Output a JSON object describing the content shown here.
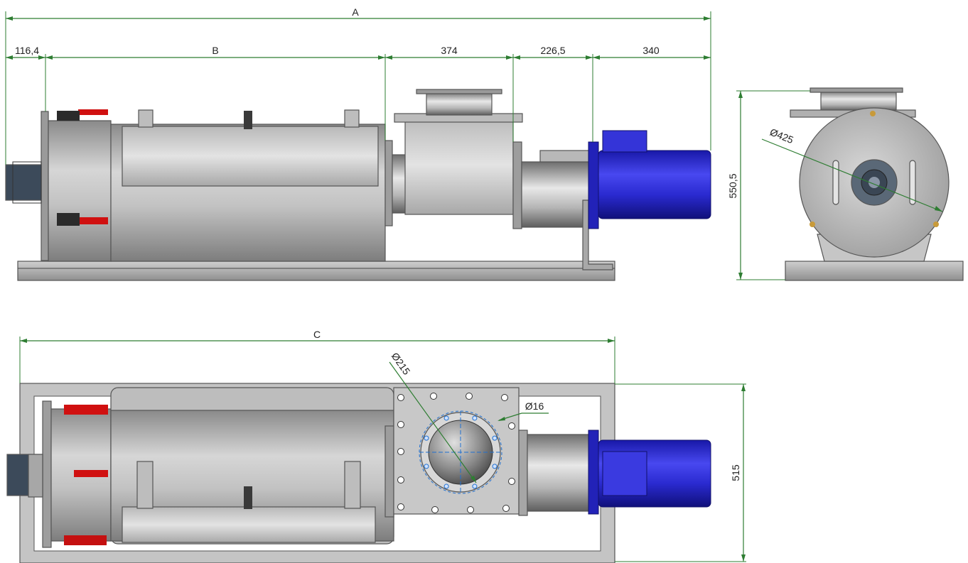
{
  "dimensions": {
    "A": "A",
    "B": "B",
    "C": "C",
    "d1": "116,4",
    "d2": "374",
    "d3": "226,5",
    "d4": "340",
    "height_side": "550,5",
    "height_top": "515",
    "dia_end": "Ø425",
    "dia_inlet": "Ø215",
    "dia_hole": "Ø16"
  },
  "colors": {
    "dimension_green": "#2e7d32",
    "motor_blue": "#2a2ad0",
    "handle_red": "#d01010",
    "steel_grey": "#a9a9a9"
  }
}
